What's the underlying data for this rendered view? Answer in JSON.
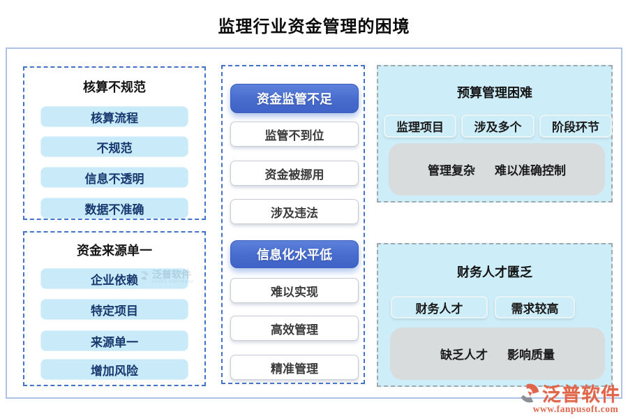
{
  "title": "监理行业资金管理的困境",
  "groups": {
    "accounting": {
      "header": "核算不规范",
      "items": [
        "核算流程",
        "不规范",
        "信息不透明",
        "数据不准确"
      ]
    },
    "funding_source": {
      "header": "资金来源单一",
      "items": [
        "企业依赖",
        "特定项目",
        "来源单一",
        "增加风险"
      ]
    },
    "supervision": {
      "header": "资金监管不足",
      "items": [
        "监管不到位",
        "资金被挪用",
        "涉及违法"
      ]
    },
    "informatization": {
      "header": "信息化水平低",
      "items": [
        "难以实现",
        "高效管理",
        "精准管理"
      ]
    },
    "budget": {
      "header": "预算管理困难",
      "tags": [
        "监理项目",
        "涉及多个",
        "阶段环节"
      ],
      "note_parts": [
        "管理复杂",
        "难以准确控制"
      ]
    },
    "talent": {
      "header": "财务人才匮乏",
      "tags": [
        "财务人才",
        "需求较高"
      ],
      "note_parts": [
        "缺乏人才",
        "影响质量"
      ]
    }
  },
  "watermark": {
    "name": "泛普软件",
    "subtitle": "FANPU SOFTWARE"
  },
  "brand": {
    "name": "泛普软件",
    "website": "www.fanpusoft.com"
  },
  "colors": {
    "dashed_blue": "#4273c8",
    "panel_cyan": "#cdedf8",
    "chip_blue": "#c9eaf9",
    "primary_blue": "#4166c8",
    "note_gray": "#d9dcdd",
    "brand_orange": "#df654b",
    "navy_text": "#16386e",
    "frame_blue": "#aec2e8"
  }
}
